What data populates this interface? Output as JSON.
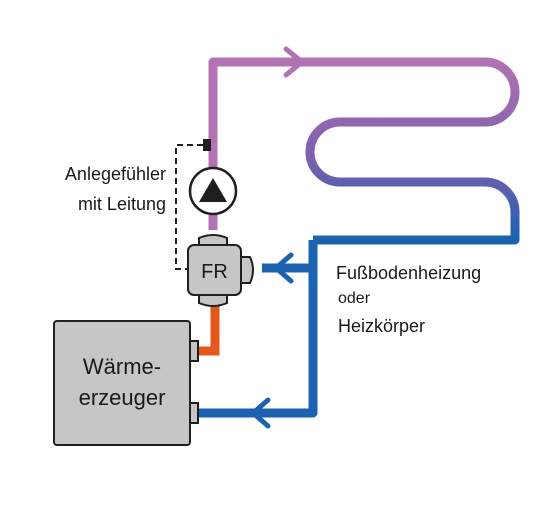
{
  "labels": {
    "sensor_line1": "Anlegefühler",
    "sensor_line2": "mit Leitung",
    "controller": "FR",
    "heat_source_line1": "Wärme-",
    "heat_source_line2": "erzeuger",
    "consumer_line1": "Fußbodenheizung",
    "consumer_line2": "oder",
    "consumer_line3": "Heizkörper"
  },
  "colors": {
    "supply_pipe": "#b373b3",
    "gradient_mid": "#7b5fae",
    "return_pipe": "#1b63b0",
    "hot_pipe": "#e5581b",
    "device_fill": "#c6c6c6",
    "outline": "#1f1f1f",
    "sensor_wire": "#1f1f1f"
  },
  "icons": {
    "pump": "pump-icon",
    "flow_arrow": "chevron-right-icon",
    "return_arrow": "chevron-left-icon"
  }
}
